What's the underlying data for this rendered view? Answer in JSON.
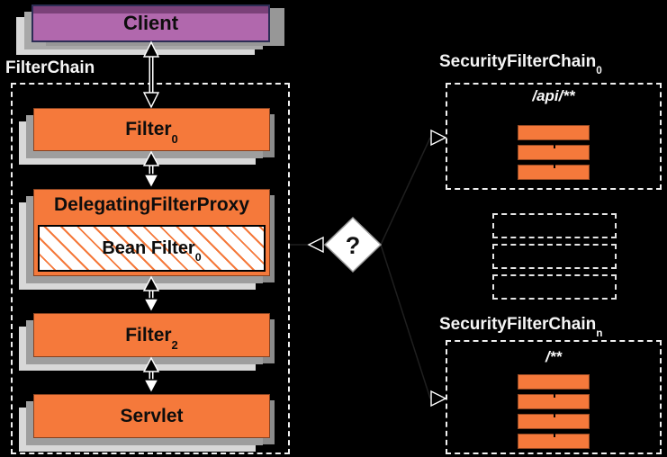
{
  "colors": {
    "background": "#000000",
    "orange": "#F5793B",
    "purple": "#B168AD",
    "purple_dark": "#7B4179",
    "diamond_fill": "#FFFFFF",
    "dashed_border": "#F0F0F0",
    "shadow_gray_dark": "#9E9E9E",
    "shadow_gray_light": "#D8D8D8"
  },
  "client": {
    "label": "Client"
  },
  "filter_chain": {
    "label": "FilterChain",
    "nodes": [
      {
        "label": "Filter",
        "sub": "0"
      },
      {
        "label": "DelegatingFilterProxy",
        "bean": {
          "label": "Bean Filter",
          "sub": "0"
        }
      },
      {
        "label": "Filter",
        "sub": "2"
      },
      {
        "label": "Servlet"
      }
    ]
  },
  "decision": {
    "label": "?"
  },
  "security_filter_chains": [
    {
      "title": "SecurityFilterChain",
      "sub": "0",
      "url_pattern": "/api/**",
      "filter_bar_count": 3
    },
    {
      "title": "SecurityFilterChain",
      "sub": "n",
      "url_pattern": "/**",
      "filter_bar_count": 4
    }
  ],
  "ellipsis_placeholder_count": 3
}
